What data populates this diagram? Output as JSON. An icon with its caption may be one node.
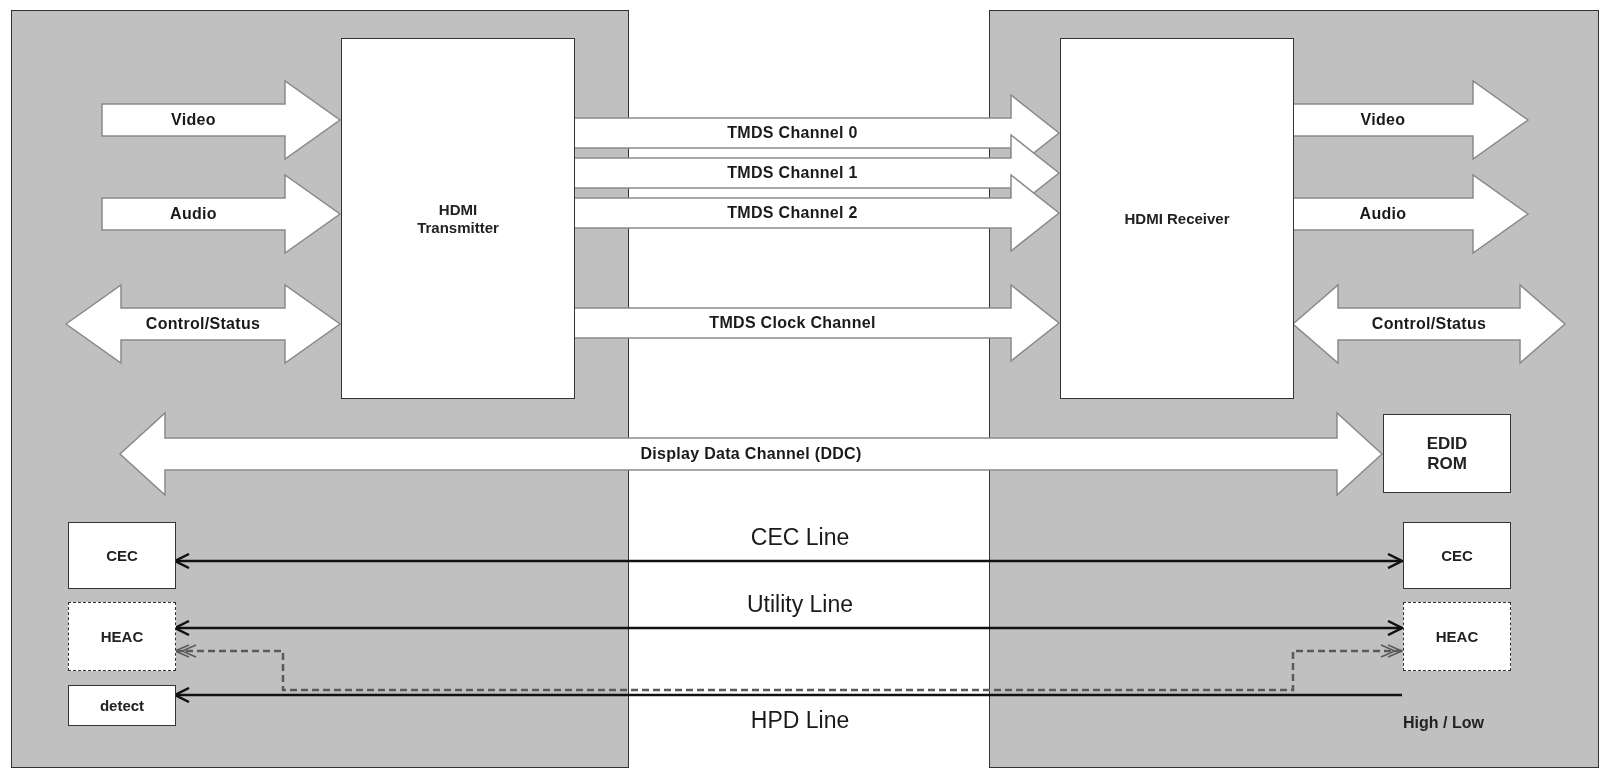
{
  "diagram": {
    "nodes": [
      {
        "text": [],
        "shape": "box"
      },
      {
        "text": [],
        "shape": "box"
      },
      {
        "text": [
          "HDMI Transmitter"
        ],
        "in": 0
      },
      {
        "text": [
          "HDMI Receiver"
        ],
        "in": 1
      },
      {
        "text": [
          "EDID ROM"
        ],
        "in": 1
      },
      {
        "text": [
          "CEC"
        ],
        "in": 0
      },
      {
        "text": [
          "HEAC"
        ],
        "in": 0
      },
      {
        "text": [
          "detect"
        ],
        "in": 0
      },
      {
        "text": [
          "CEC"
        ],
        "in": 1
      },
      {
        "text": [
          "HEAC"
        ],
        "in": 1
      },
      {
        "text": [
          "High / Low"
        ],
        "in": 1
      }
    ],
    "edges": [
      {
        "from": null,
        "to": 2,
        "arrow": "to",
        "label": "Video",
        "style": "thick"
      },
      {
        "from": null,
        "to": 2,
        "arrow": "to",
        "label": "Audio",
        "style": "thick"
      },
      {
        "from": null,
        "to": 2,
        "arrow": "both",
        "label": "Control/Status",
        "style": "thick"
      },
      {
        "from": 2,
        "to": 3,
        "arrow": "to",
        "label": "TMDS Channel 0",
        "style": "thick"
      },
      {
        "from": 2,
        "to": 3,
        "arrow": "to",
        "label": "TMDS Channel 1",
        "style": "thick"
      },
      {
        "from": 2,
        "to": 3,
        "arrow": "to",
        "label": "TMDS Channel 2",
        "style": "thick"
      },
      {
        "from": 2,
        "to": 3,
        "arrow": "to",
        "label": "TMDS Clock Channel",
        "style": "thick"
      },
      {
        "from": 3,
        "to": null,
        "arrow": "to",
        "label": "Video",
        "style": "thick"
      },
      {
        "from": 3,
        "to": null,
        "arrow": "to",
        "label": "Audio",
        "style": "thick"
      },
      {
        "from": 3,
        "to": null,
        "arrow": "both",
        "label": "Control/Status",
        "style": "thick"
      },
      {
        "from": null,
        "to": 4,
        "arrow": "both",
        "label": "Display Data Channel (DDC)",
        "style": "thick"
      },
      {
        "from": 5,
        "to": 8,
        "arrow": "both",
        "label": "CEC Line"
      },
      {
        "from": 6,
        "to": 9,
        "arrow": "both",
        "label": "Utility Line"
      },
      {
        "from": 6,
        "to": 9,
        "arrow": "both",
        "style": "dashed",
        "color": "#5a5a5a"
      },
      {
        "from": 10,
        "to": 7,
        "arrow": "to",
        "label": "HPD Line"
      }
    ]
  }
}
